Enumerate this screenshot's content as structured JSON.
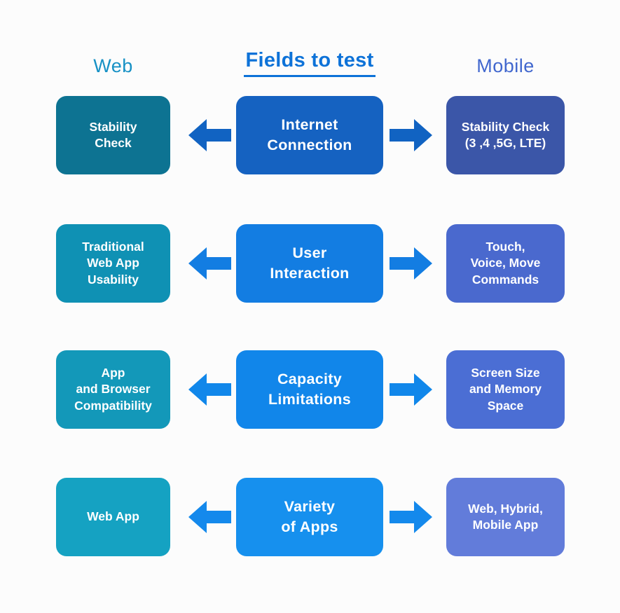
{
  "header": {
    "web_label": "Web",
    "web_color": "#1791c5",
    "title": "Fields to test",
    "title_color": "#0d72d8",
    "mobile_label": "Mobile",
    "mobile_color": "#4167ce"
  },
  "icons": {
    "left_arrow": "block-arrow-left",
    "right_arrow": "block-arrow-right"
  },
  "rows": [
    {
      "web": {
        "text": "Stability\nCheck",
        "color": "#0d7392"
      },
      "field": {
        "text": "Internet\nConnection",
        "color": "#1562c1"
      },
      "mobile": {
        "text": "Stability Check\n(3 ,4 ,5G, LTE)",
        "color": "#3b56a8"
      },
      "arrow_color": "#1163c2"
    },
    {
      "web": {
        "text": "Traditional\nWeb App\nUsability",
        "color": "#0f91b4"
      },
      "field": {
        "text": "User\nInteraction",
        "color": "#137de2"
      },
      "mobile": {
        "text": "Touch,\nVoice, Move\nCommands",
        "color": "#4a69ce"
      },
      "arrow_color": "#137de2"
    },
    {
      "web": {
        "text": "App\nand Browser\nCompatibility",
        "color": "#1398b9"
      },
      "field": {
        "text": "Capacity\nLimitations",
        "color": "#1186ea"
      },
      "mobile": {
        "text": "Screen Size\nand Memory\nSpace",
        "color": "#4b6ed4"
      },
      "arrow_color": "#1187ea"
    },
    {
      "web": {
        "text": "Web App",
        "color": "#15a2c2"
      },
      "field": {
        "text": "Variety\nof Apps",
        "color": "#1690ee"
      },
      "mobile": {
        "text": "Web, Hybrid,\nMobile App",
        "color": "#627cda"
      },
      "arrow_color": "#1489ec"
    }
  ]
}
